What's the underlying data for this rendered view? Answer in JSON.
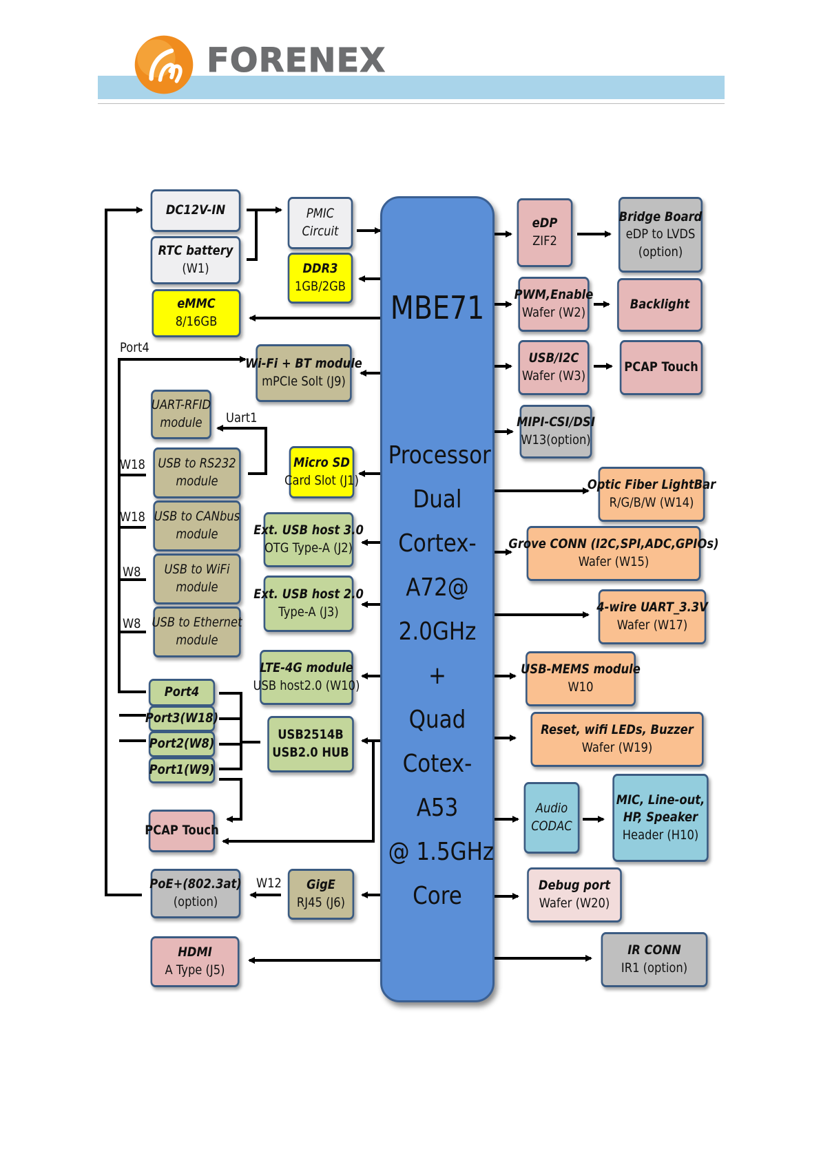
{
  "header": {
    "brand": "FORENEX",
    "colors": {
      "brand_text": "#6d6e70",
      "band": "#a9d4ea",
      "logo_orange": "#f08c1e"
    }
  },
  "processor": {
    "name": "MBE71",
    "lines": [
      "Processor",
      "Dual",
      "Cortex-",
      "A72@",
      "2.0GHz",
      "+",
      "Quad",
      "Cotex-",
      "A53",
      "@ 1.5GHz",
      "Core"
    ],
    "color": "#5b8fd7"
  },
  "boxes": {
    "dc12v": {
      "title": "DC12V-IN"
    },
    "rtc": {
      "title": "RTC  battery",
      "sub": "(W1)"
    },
    "emmc": {
      "title": "eMMC",
      "sub": "8/16GB"
    },
    "pmic": {
      "title": "PMIC",
      "title2": "Circuit"
    },
    "ddr3": {
      "title": "DDR3",
      "sub": "1GB/2GB"
    },
    "wifi_bt": {
      "title": "Wi-Fi + BT module",
      "sub": "mPCIe Solt (J9)"
    },
    "uart_rfid": {
      "title": "UART-RFID",
      "title2": "module"
    },
    "usb_rs232": {
      "title": "USB to RS232",
      "title2": "module"
    },
    "usb_can": {
      "title": "USB to CANbus",
      "title2": "module"
    },
    "usb_wifi": {
      "title": "USB to WiFi",
      "title2": "module"
    },
    "usb_eth": {
      "title": "USB to Ethernet",
      "title2": "module"
    },
    "microsd": {
      "title": "Micro SD",
      "sub": "Card Slot (J1)"
    },
    "usb30": {
      "title": "Ext. USB host 3.0",
      "sub": "OTG Type-A (J2)"
    },
    "usb20": {
      "title": "Ext. USB host 2.0",
      "sub": "Type-A (J3)"
    },
    "lte": {
      "title": "LTE-4G module",
      "sub": "USB host2.0 (W10)"
    },
    "hub": {
      "title": "USB2514B",
      "sub": "USB2.0 HUB"
    },
    "port4": {
      "title": "Port4"
    },
    "port3": {
      "title": "Port3(W18)"
    },
    "port2": {
      "title": "Port2(W8)"
    },
    "port1": {
      "title": "Port1(W9)"
    },
    "pcap_left": {
      "title": "PCAP Touch"
    },
    "poe": {
      "title": "PoE+(802.3at)",
      "sub": "(option)"
    },
    "gige": {
      "title": "GigE",
      "sub": "RJ45 (J6)"
    },
    "hdmi": {
      "title": "HDMI",
      "sub": "A Type (J5)"
    },
    "edp": {
      "title": "eDP",
      "sub": "ZIF2"
    },
    "bridge": {
      "title": "Bridge Board",
      "sub": "eDP to LVDS",
      "sub2": "(option)"
    },
    "pwm": {
      "title": "PWM,Enable",
      "sub": "Wafer (W2)"
    },
    "backlight": {
      "title": "Backlight"
    },
    "usb_i2c": {
      "title": "USB/I2C",
      "sub": "Wafer (W3)"
    },
    "pcap_right": {
      "title": "PCAP Touch"
    },
    "mipi": {
      "title": "MIPI-CSI/DSI",
      "sub": "W13(option)"
    },
    "optic": {
      "title": "Optic  Fiber  LightBar",
      "sub": "R/G/B/W (W14)"
    },
    "grove": {
      "title": "Grove CONN (I2C,SPI,ADC,GPIOs)",
      "sub": "Wafer (W15)"
    },
    "uart4": {
      "title": "4-wire UART_3.3V",
      "sub": "Wafer (W17)"
    },
    "mems": {
      "title": "USB-MEMS module",
      "sub": "W10"
    },
    "reset": {
      "title": "Reset, wifi LEDs, Buzzer",
      "sub": "Wafer (W19)"
    },
    "audio": {
      "title": "Audio",
      "title2": "CODAC"
    },
    "mic": {
      "title": "MIC, Line-out,",
      "title2": "HP, Speaker",
      "sub": "Header (H10)"
    },
    "debug": {
      "title": "Debug port",
      "sub": "Wafer (W20)"
    },
    "ir": {
      "title": "IR  CONN",
      "sub": "IR1 (option)"
    }
  },
  "wire_labels": {
    "port4": "Port4",
    "uart1": "Uart1",
    "w18_a": "W18",
    "w18_b": "W18",
    "w8_a": "W8",
    "w8_b": "W8",
    "w12": "W12"
  },
  "palette": {
    "white": "#efeff1",
    "yellow": "#ffff00",
    "tan": "#c4bd97",
    "green": "#c3d69b",
    "pink": "#e6b8b8",
    "gray": "#bfbfbf",
    "orange": "#fac090",
    "blue": "#93cddd",
    "light_pink": "#f2dcdb",
    "border": "#3b5b82"
  }
}
